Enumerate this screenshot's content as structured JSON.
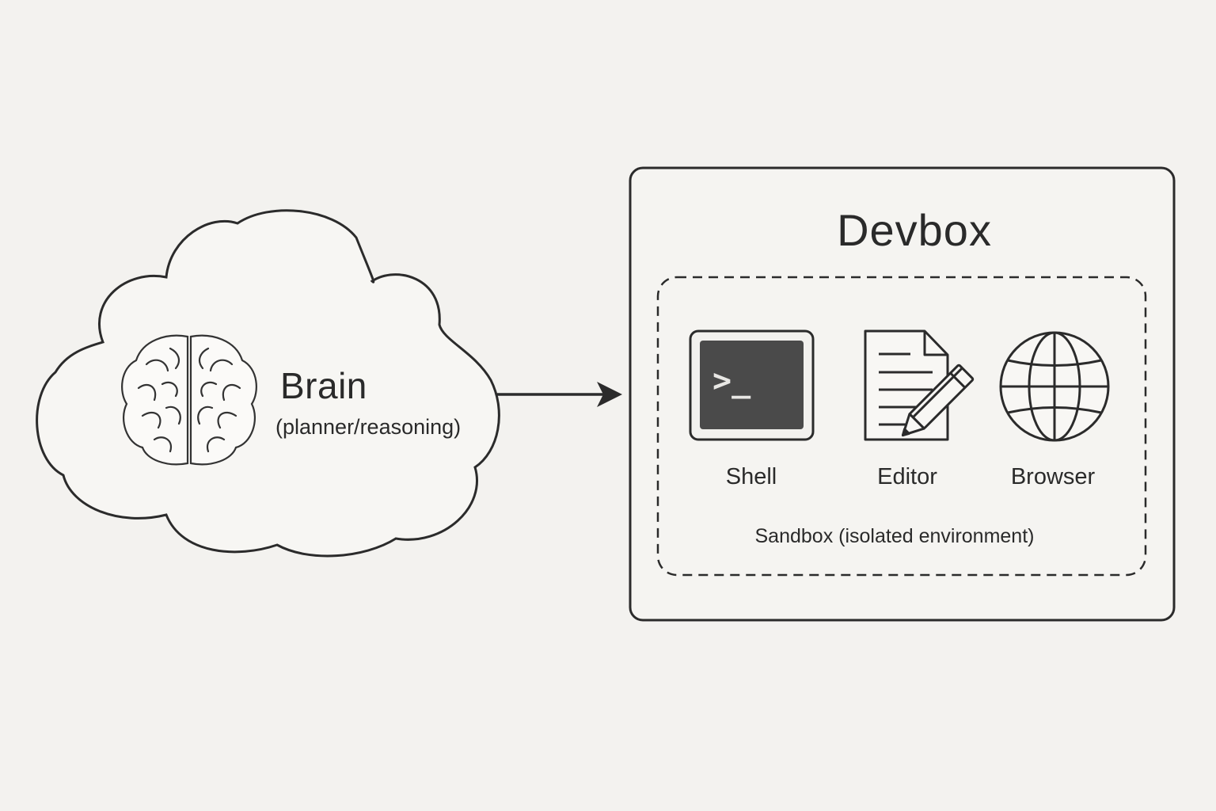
{
  "brain": {
    "title": "Brain",
    "subtitle": "(planner/reasoning)",
    "icon": "brain-icon"
  },
  "devbox": {
    "title": "Devbox",
    "sandbox_label": "Sandbox (isolated environment)",
    "tools": [
      {
        "label": "Shell",
        "icon": "terminal-icon",
        "prompt": ">_"
      },
      {
        "label": "Editor",
        "icon": "document-pencil-icon"
      },
      {
        "label": "Browser",
        "icon": "globe-icon"
      }
    ]
  },
  "colors": {
    "background": "#f3f2ef",
    "stroke": "#2b2b2b",
    "terminal_fill": "#4a4a4a"
  }
}
